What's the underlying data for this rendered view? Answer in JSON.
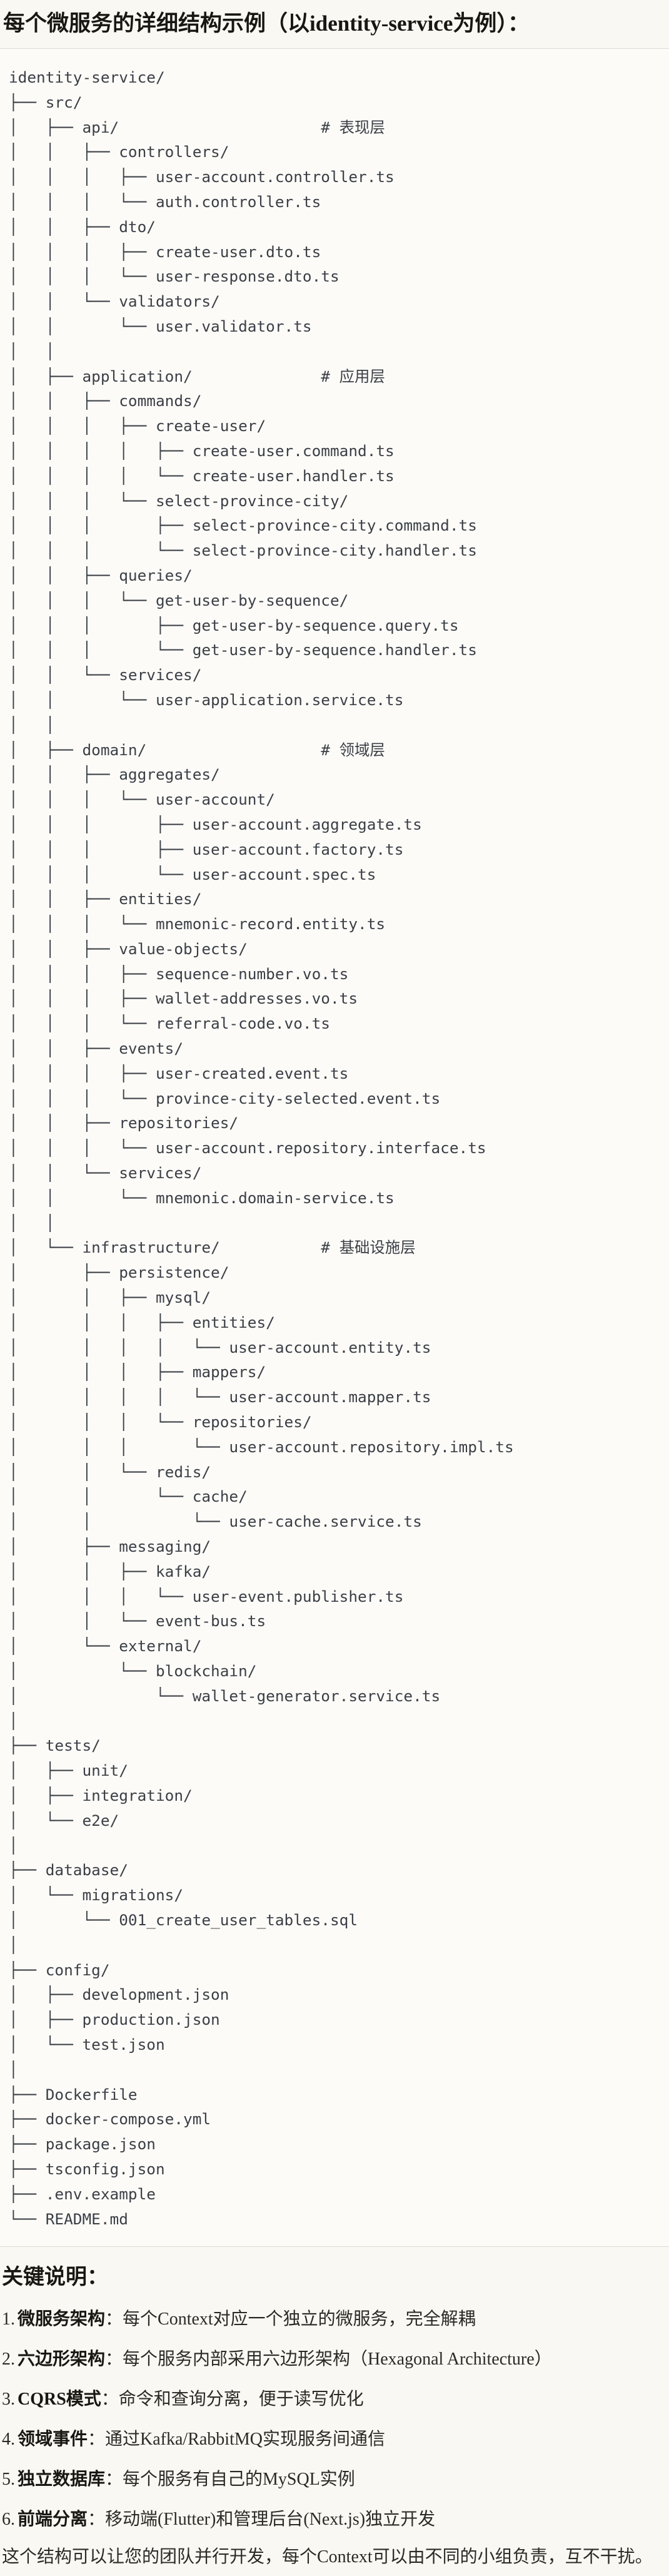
{
  "page": {
    "title": "每个微服务的详细结构示例（以identity-service为例）："
  },
  "code_block": {
    "content_kind": "directory-tree",
    "root": "identity-service/",
    "layer_comments": [
      "# 表现层",
      "# 应用层",
      "# 领域层",
      "# 基础设施层"
    ],
    "lines": [
      "identity-service/",
      "├── src/",
      "│   ├── api/                      # 表现层",
      "│   │   ├── controllers/",
      "│   │   │   ├── user-account.controller.ts",
      "│   │   │   └── auth.controller.ts",
      "│   │   ├── dto/",
      "│   │   │   ├── create-user.dto.ts",
      "│   │   │   └── user-response.dto.ts",
      "│   │   └── validators/",
      "│   │       └── user.validator.ts",
      "│   │",
      "│   ├── application/              # 应用层",
      "│   │   ├── commands/",
      "│   │   │   ├── create-user/",
      "│   │   │   │   ├── create-user.command.ts",
      "│   │   │   │   └── create-user.handler.ts",
      "│   │   │   └── select-province-city/",
      "│   │   │       ├── select-province-city.command.ts",
      "│   │   │       └── select-province-city.handler.ts",
      "│   │   ├── queries/",
      "│   │   │   └── get-user-by-sequence/",
      "│   │   │       ├── get-user-by-sequence.query.ts",
      "│   │   │       └── get-user-by-sequence.handler.ts",
      "│   │   └── services/",
      "│   │       └── user-application.service.ts",
      "│   │",
      "│   ├── domain/                   # 领域层",
      "│   │   ├── aggregates/",
      "│   │   │   └── user-account/",
      "│   │   │       ├── user-account.aggregate.ts",
      "│   │   │       ├── user-account.factory.ts",
      "│   │   │       └── user-account.spec.ts",
      "│   │   ├── entities/",
      "│   │   │   └── mnemonic-record.entity.ts",
      "│   │   ├── value-objects/",
      "│   │   │   ├── sequence-number.vo.ts",
      "│   │   │   ├── wallet-addresses.vo.ts",
      "│   │   │   └── referral-code.vo.ts",
      "│   │   ├── events/",
      "│   │   │   ├── user-created.event.ts",
      "│   │   │   └── province-city-selected.event.ts",
      "│   │   ├── repositories/",
      "│   │   │   └── user-account.repository.interface.ts",
      "│   │   └── services/",
      "│   │       └── mnemonic.domain-service.ts",
      "│   │",
      "│   └── infrastructure/           # 基础设施层",
      "│       ├── persistence/",
      "│       │   ├── mysql/",
      "│       │   │   ├── entities/",
      "│       │   │   │   └── user-account.entity.ts",
      "│       │   │   ├── mappers/",
      "│       │   │   │   └── user-account.mapper.ts",
      "│       │   │   └── repositories/",
      "│       │   │       └── user-account.repository.impl.ts",
      "│       │   └── redis/",
      "│       │       └── cache/",
      "│       │           └── user-cache.service.ts",
      "│       ├── messaging/",
      "│       │   ├── kafka/",
      "│       │   │   └── user-event.publisher.ts",
      "│       │   └── event-bus.ts",
      "│       └── external/",
      "│           └── blockchain/",
      "│               └── wallet-generator.service.ts",
      "│",
      "├── tests/",
      "│   ├── unit/",
      "│   ├── integration/",
      "│   └── e2e/",
      "│",
      "├── database/",
      "│   └── migrations/",
      "│       └── 001_create_user_tables.sql",
      "│",
      "├── config/",
      "│   ├── development.json",
      "│   ├── production.json",
      "│   └── test.json",
      "│",
      "├── Dockerfile",
      "├── docker-compose.yml",
      "├── package.json",
      "├── tsconfig.json",
      "├── .env.example",
      "└── README.md"
    ]
  },
  "notes": {
    "heading": "关键说明：",
    "items": [
      {
        "num": "1.",
        "term": "微服务架构",
        "desc": "：每个Context对应一个独立的微服务，完全解耦"
      },
      {
        "num": "2.",
        "term": "六边形架构",
        "desc": "：每个服务内部采用六边形架构（Hexagonal Architecture）"
      },
      {
        "num": "3.",
        "term": "CQRS模式",
        "desc": "：命令和查询分离，便于读写优化"
      },
      {
        "num": "4.",
        "term": "领域事件",
        "desc": "：通过Kafka/RabbitMQ实现服务间通信"
      },
      {
        "num": "5.",
        "term": "独立数据库",
        "desc": "：每个服务有自己的MySQL实例"
      },
      {
        "num": "6.",
        "term": "前端分离",
        "desc": "：移动端(Flutter)和管理后台(Next.js)独立开发"
      }
    ],
    "closing": "这个结构可以让您的团队并行开发，每个Context可以由不同的小组负责，互不干扰。"
  },
  "colors": {
    "page_bg": "#f9f8f3",
    "code_bg": "#fcfbf8",
    "divider": "#dedcd5",
    "code_text": "#3b3f45",
    "heading_text": "#181712",
    "body_text": "#2b2a25"
  }
}
